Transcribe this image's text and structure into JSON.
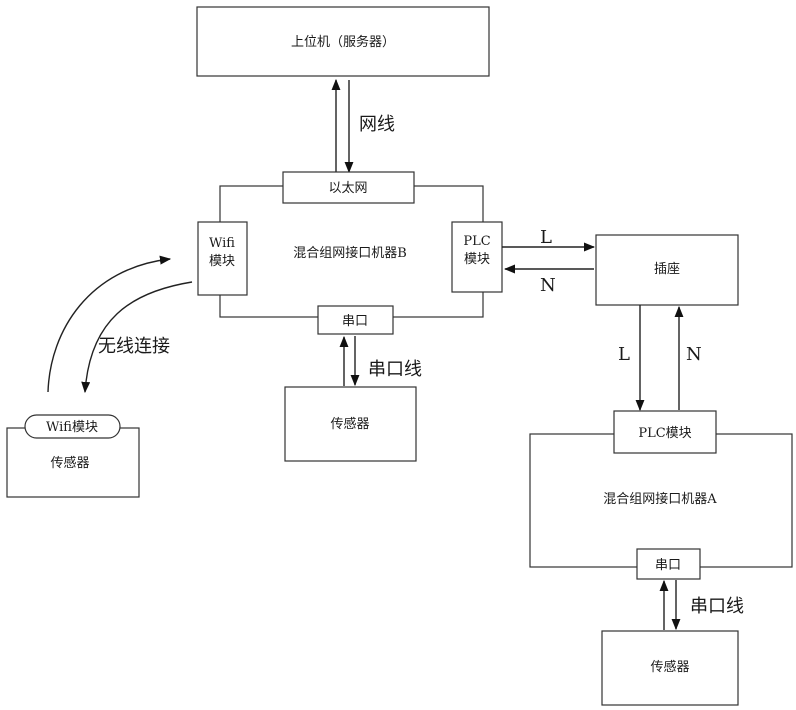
{
  "nodes": {
    "host": "上位机（服务器）",
    "ethernet": "以太网",
    "machine_b": "混合组网接口机器B",
    "wifi_b_line1": "Wifi",
    "wifi_b_line2": "模块",
    "plc_b_line1": "PLC",
    "plc_b_line2": "模块",
    "serial_b": "串口",
    "sensor_b": "传感器",
    "socket": "插座",
    "plc_a": "PLC模块",
    "machine_a": "混合组网接口机器A",
    "serial_a": "串口",
    "sensor_a": "传感器",
    "wifi_sensor_module": "Wifi模块",
    "wifi_sensor": "传感器"
  },
  "edges": {
    "network_cable": "网线",
    "wireless": "无线连接",
    "serial_cable_b": "串口线",
    "serial_cable_a": "串口线",
    "plc_to_socket": "L",
    "socket_to_plc": "N",
    "socket_down": "L",
    "socket_up": "N"
  }
}
